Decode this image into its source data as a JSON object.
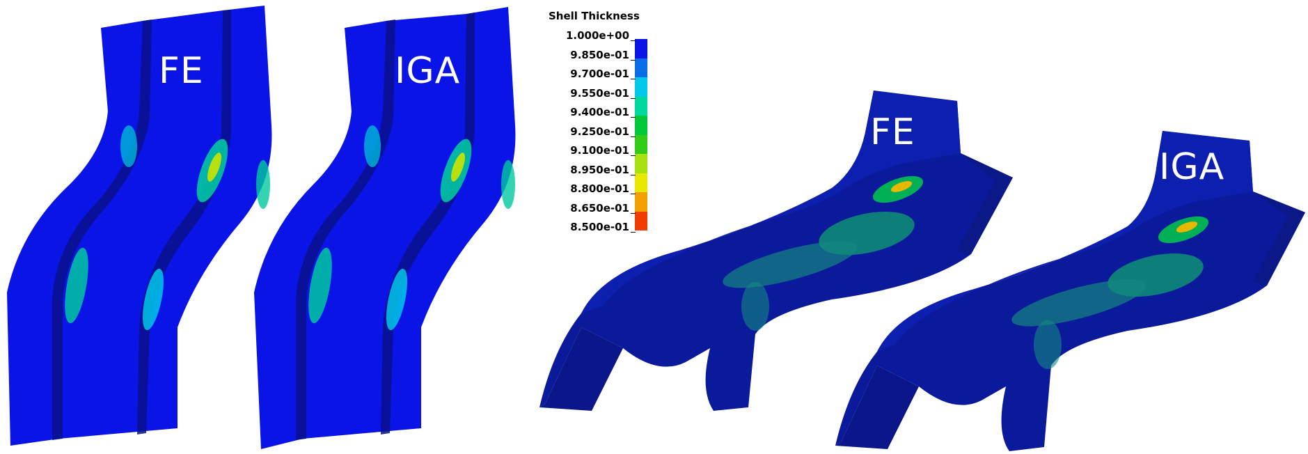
{
  "figure": {
    "models": [
      {
        "id": "flat-fe",
        "label": "FE"
      },
      {
        "id": "flat-iga",
        "label": "IGA"
      },
      {
        "id": "persp-fe",
        "label": "FE"
      },
      {
        "id": "persp-iga",
        "label": "IGA"
      }
    ]
  },
  "legend": {
    "title": "Shell Thickness",
    "ticks": [
      "1.000e+00",
      "9.850e-01",
      "9.700e-01",
      "9.550e-01",
      "9.400e-01",
      "9.250e-01",
      "9.100e-01",
      "8.950e-01",
      "8.800e-01",
      "8.650e-01",
      "8.500e-01"
    ],
    "colors": [
      "#0a14e6",
      "#0a6ce6",
      "#00c8e8",
      "#00d8a0",
      "#00c838",
      "#32cc18",
      "#a8e010",
      "#e8e800",
      "#f0a000",
      "#f03c00"
    ]
  }
}
